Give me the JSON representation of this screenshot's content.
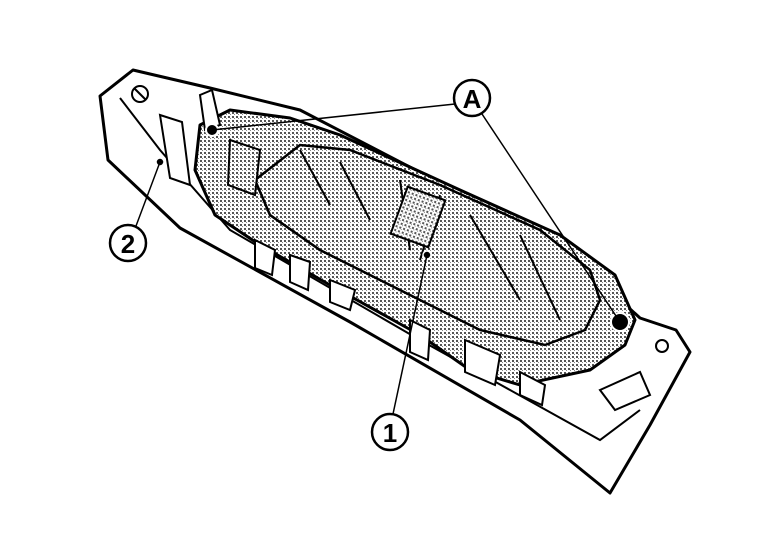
{
  "diagram": {
    "callouts": {
      "a": "A",
      "one": "1",
      "two": "2"
    },
    "colors": {
      "line": "#000000",
      "stipple": "#555555",
      "background": "#ffffff"
    }
  }
}
